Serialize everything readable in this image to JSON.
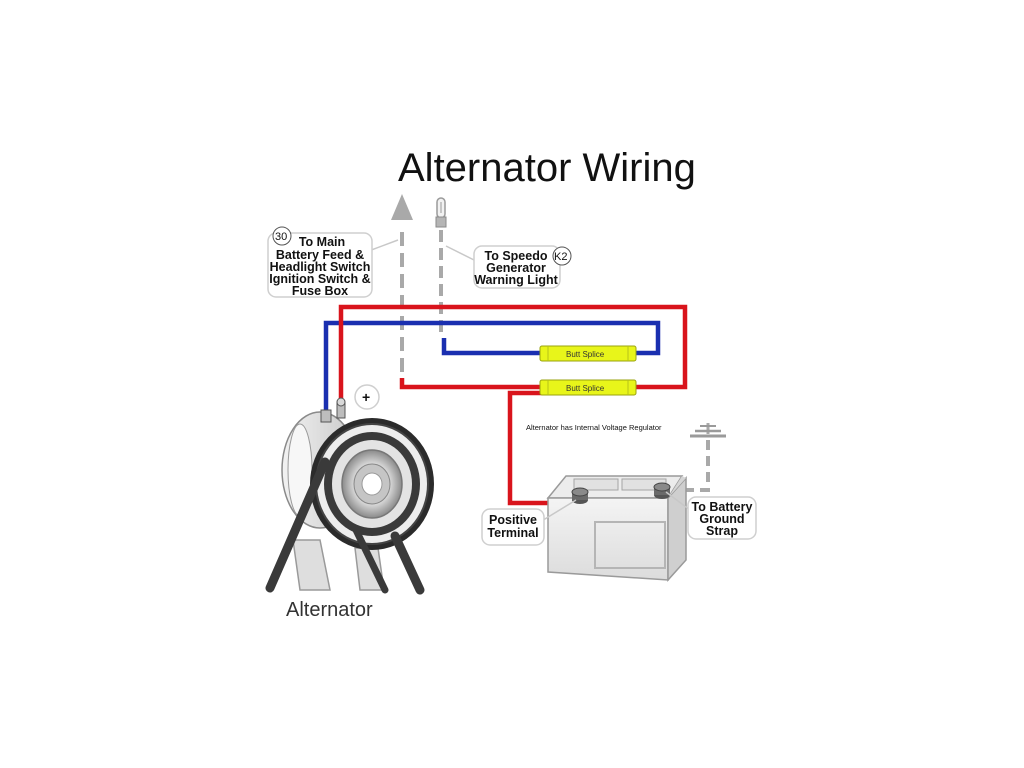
{
  "title": "Alternator Wiring",
  "callouts": {
    "main_feed": {
      "badge": "30",
      "lines": [
        "To Main",
        "Battery Feed &",
        "Headlight Switch",
        "Ignition Switch &",
        "Fuse Box"
      ]
    },
    "speedo": {
      "badge": "K2",
      "lines": [
        "To Speedo",
        "Generator",
        "Warning Light"
      ]
    },
    "positive_terminal": {
      "lines": [
        "Positive",
        "Terminal"
      ]
    },
    "ground_strap": {
      "lines": [
        "To Battery",
        "Ground",
        "Strap"
      ]
    }
  },
  "splices": {
    "upper": "Butt Splice",
    "lower": "Butt Splice"
  },
  "note": "Alternator has Internal Voltage Regulator",
  "alternator_plus": "+",
  "alternator_label": "Alternator",
  "colors": {
    "red_wire": "#d9141c",
    "blue_wire": "#1a2fb0",
    "gray_wire": "#a9a9a9",
    "splice": "#e8f51a"
  }
}
